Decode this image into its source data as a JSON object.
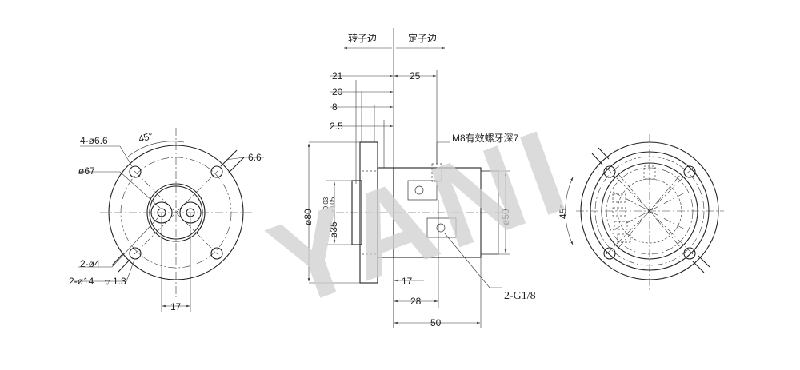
{
  "watermark": "YANI",
  "side_labels": {
    "rotor": "转子边",
    "stator": "定子边"
  },
  "front_view": {
    "holes_label": "4-ø6.6",
    "angle_label": "45°",
    "slot_label": "6.6",
    "pcd_label": "ø67",
    "small_holes_label": "2-ø4",
    "counterbore_label": "2-ø14",
    "counterbore_depth": "1.3",
    "spacing_label": "17"
  },
  "side_view": {
    "dims_top": [
      "21",
      "20",
      "8",
      "2.5"
    ],
    "dim_stator": "25",
    "thread_note": "M8有效螺牙深7",
    "dia_flange": "ø80",
    "dia_shaft": "ø35",
    "tol_upper": "-0.03",
    "tol_lower": "-0.05",
    "dia_body": "ø50",
    "dims_bottom": [
      "17",
      "28",
      "50"
    ],
    "port_label": "2-G1/8"
  },
  "rear_view": {
    "angle_label": "45°"
  },
  "colors": {
    "line": "#222222",
    "watermark": "#cfcfcf",
    "background": "#ffffff"
  }
}
